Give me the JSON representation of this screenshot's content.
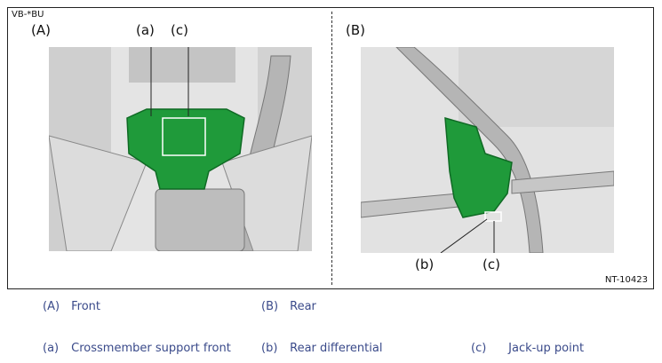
{
  "figure": {
    "code": "VB-*BU",
    "reference": "NT-10423",
    "panels": [
      {
        "label": "(A)",
        "callouts": [
          "(a)",
          "(c)"
        ]
      },
      {
        "label": "(B)",
        "callouts": [
          "(b)",
          "(c)"
        ]
      }
    ]
  },
  "legend": [
    {
      "key": "(A)",
      "text": "Front"
    },
    {
      "key": "(B)",
      "text": "Rear"
    },
    {
      "key": "(a)",
      "text": "Crossmember support front"
    },
    {
      "key": "(b)",
      "text": "Rear differential"
    },
    {
      "key": "(c)",
      "text": "Jack-up point"
    }
  ],
  "colors": {
    "highlight": "#1f9a3a",
    "highlight_dark": "#0f6a24",
    "metal_light": "#d9d9d9",
    "metal_mid": "#b8b8b8",
    "metal_dark": "#8a8a8a",
    "legend_text": "#3a4a8a"
  }
}
